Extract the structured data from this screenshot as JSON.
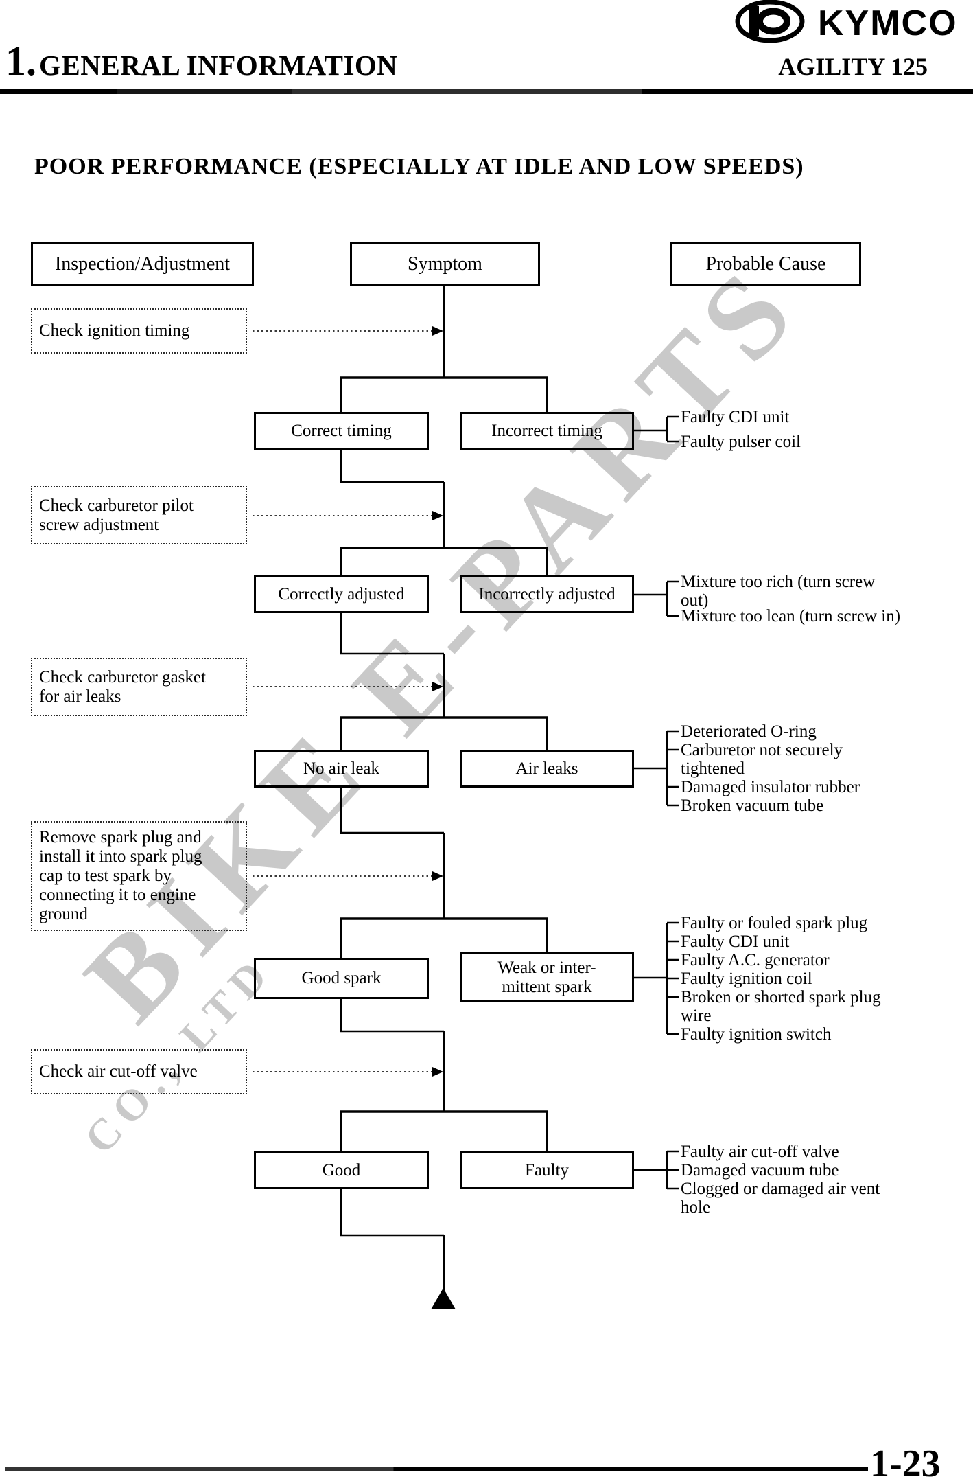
{
  "header": {
    "brand": "KYMCO",
    "section_number": "1.",
    "section_title": "GENERAL INFORMATION",
    "model": "AGILITY 125"
  },
  "page": {
    "title": "POOR PERFORMANCE (ESPECIALLY AT IDLE AND LOW SPEEDS)",
    "page_number": "1-23"
  },
  "columns": {
    "inspection": "Inspection/Adjustment",
    "symptom": "Symptom",
    "probable_cause": "Probable Cause"
  },
  "watermark": {
    "line1": "BIKE E-PARTS",
    "line2": "CO., LTD"
  },
  "stages": [
    {
      "inspection": "Check ignition timing",
      "pass": "Correct timing",
      "fail": "Incorrect timing",
      "causes": [
        "Faulty CDI unit",
        "Faulty pulser coil"
      ]
    },
    {
      "inspection": "Check carburetor pilot\nscrew adjustment",
      "pass": "Correctly adjusted",
      "fail": "Incorrectly adjusted",
      "causes": [
        "Mixture too rich (turn screw\nout)",
        "Mixture too lean (turn screw in)"
      ]
    },
    {
      "inspection": "Check carburetor gasket\nfor air leaks",
      "pass": "No air leak",
      "fail": "Air leaks",
      "causes": [
        "Deteriorated O-ring",
        "Carburetor not securely\ntightened",
        "Damaged insulator rubber",
        "Broken vacuum tube"
      ]
    },
    {
      "inspection": "Remove spark plug and\ninstall it into spark plug\ncap to test spark by\nconnecting it to engine\nground",
      "pass": "Good spark",
      "fail": "Weak or inter-\nmittent spark",
      "causes": [
        "Faulty or fouled spark plug",
        "Faulty CDI unit",
        "Faulty A.C. generator",
        "Faulty ignition coil",
        "Broken or shorted spark plug\nwire",
        "Faulty ignition switch"
      ]
    },
    {
      "inspection": "Check air cut-off valve",
      "pass": "Good",
      "fail": "Faulty",
      "causes": [
        "Faulty air cut-off valve",
        "Damaged vacuum tube",
        "Clogged or damaged air vent\nhole"
      ]
    }
  ]
}
